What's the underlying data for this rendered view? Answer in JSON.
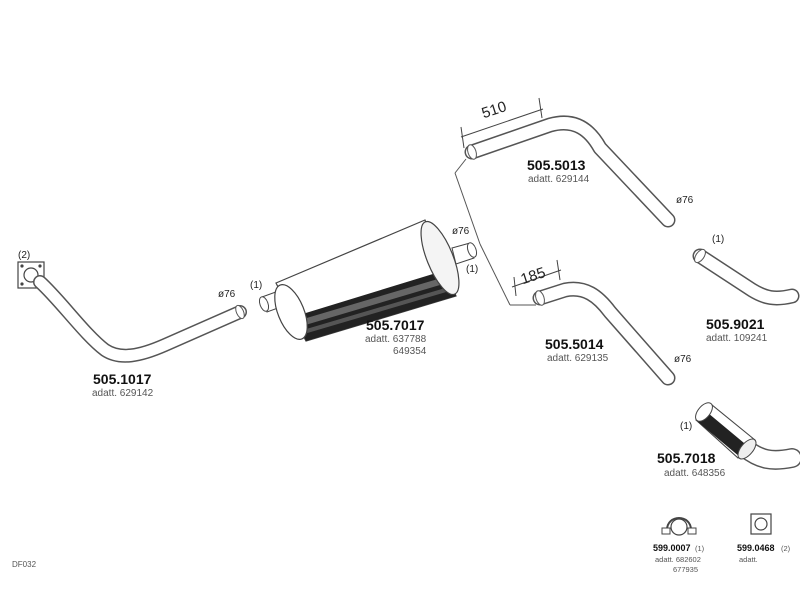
{
  "parts": {
    "front_pipe": {
      "number": "505.1017",
      "adatt": "adatt. 629142",
      "qty": "(2)",
      "diameter": "ø76"
    },
    "muffler": {
      "number": "505.7017",
      "adatt_line1": "adatt. 637788",
      "adatt_line2": "649354",
      "qty_left": "(1)",
      "qty_right": "(1)",
      "diameter": "ø76"
    },
    "upper_tail": {
      "number": "505.5013",
      "adatt": "adatt. 629144",
      "diameter": "ø76",
      "dimension": "510"
    },
    "lower_tail": {
      "number": "505.5014",
      "adatt": "adatt. 629135",
      "diameter": "ø76",
      "dimension": "185"
    },
    "end_pipe": {
      "number": "505.9021",
      "adatt": "adatt. 109241",
      "qty": "(1)"
    },
    "end_silencer": {
      "number": "505.7018",
      "adatt": "adatt. 648356",
      "qty": "(1)"
    },
    "clamp": {
      "number": "599.0007",
      "qty": "(1)",
      "adatt_line1": "adatt. 682602",
      "adatt_line2": "677935"
    },
    "gasket": {
      "number": "599.0468",
      "qty": "(2)",
      "adatt": "adatt."
    }
  },
  "diagram_code": "DF032"
}
